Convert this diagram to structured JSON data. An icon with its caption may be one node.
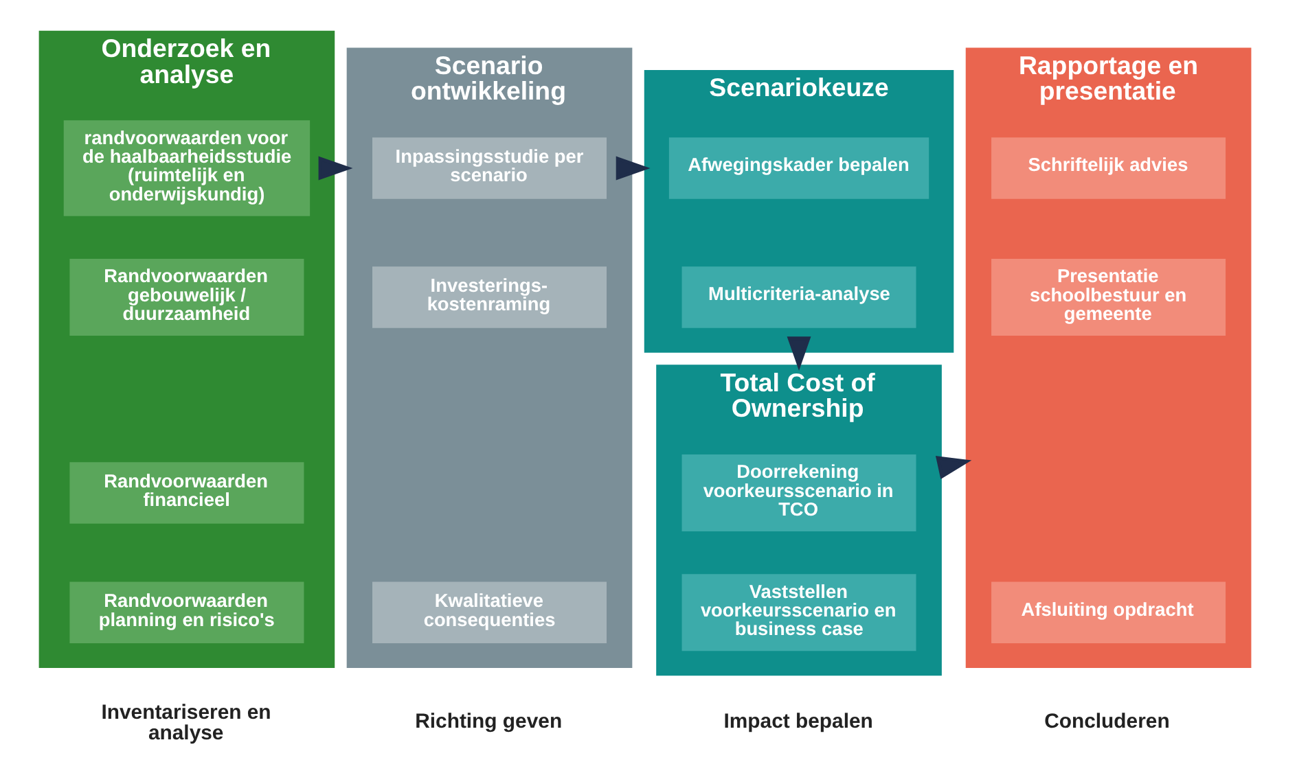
{
  "diagram": {
    "nodes": [
      {
        "text": [
          "Onderzoek en analyse"
        ],
        "beside": [
          "Inventariseren en analyse"
        ]
      },
      {
        "text": [
          "randvoorwaarden voor de haalbaarheidsstudie (ruimtelijk en onderwijskundig)"
        ],
        "in": 0
      },
      {
        "text": [
          "Randvoorwaarden gebouwelijk / duurzaamheid"
        ],
        "in": 0
      },
      {
        "text": [
          "Randvoorwaarden financieel"
        ],
        "in": 0
      },
      {
        "text": [
          "Randvoorwaarden planning en risico's"
        ],
        "in": 0
      },
      {
        "text": [
          "Scenario ontwikkeling"
        ],
        "beside": [
          "Richting geven"
        ]
      },
      {
        "text": [
          "Inpassingsstudie per scenario"
        ],
        "in": 5
      },
      {
        "text": [
          "Investerings-kostenraming"
        ],
        "in": 5
      },
      {
        "text": [
          "Kwalitatieve consequenties"
        ],
        "in": 5
      },
      {
        "text": [
          "Scenariokeuze"
        ]
      },
      {
        "text": [
          "Afwegingskader bepalen"
        ],
        "in": 9
      },
      {
        "text": [
          "Multicriteria-analyse"
        ],
        "in": 9
      },
      {
        "text": [
          "Total Cost of Ownership"
        ],
        "beside": [
          "Impact bepalen"
        ]
      },
      {
        "text": [
          "Doorrekening voorkeursscenario in TCO"
        ],
        "in": 12
      },
      {
        "text": [
          "Vaststellen voorkeursscenario en business case"
        ],
        "in": 12
      },
      {
        "text": [
          "Rapportage en presentatie"
        ],
        "beside": [
          "Concluderen"
        ]
      },
      {
        "text": [
          "Schriftelijk advies"
        ],
        "in": 15
      },
      {
        "text": [
          "Presentatie schoolbestuur en gemeente"
        ],
        "in": 15
      },
      {
        "text": [
          "Afsluiting opdracht"
        ],
        "in": 15
      }
    ],
    "edges": [
      {
        "from": 0,
        "to": 5,
        "arrow": "to"
      },
      {
        "from": 5,
        "to": 9,
        "arrow": "to"
      },
      {
        "from": 9,
        "to": 12,
        "arrow": "to"
      },
      {
        "from": 12,
        "to": 15,
        "arrow": "to"
      }
    ]
  }
}
